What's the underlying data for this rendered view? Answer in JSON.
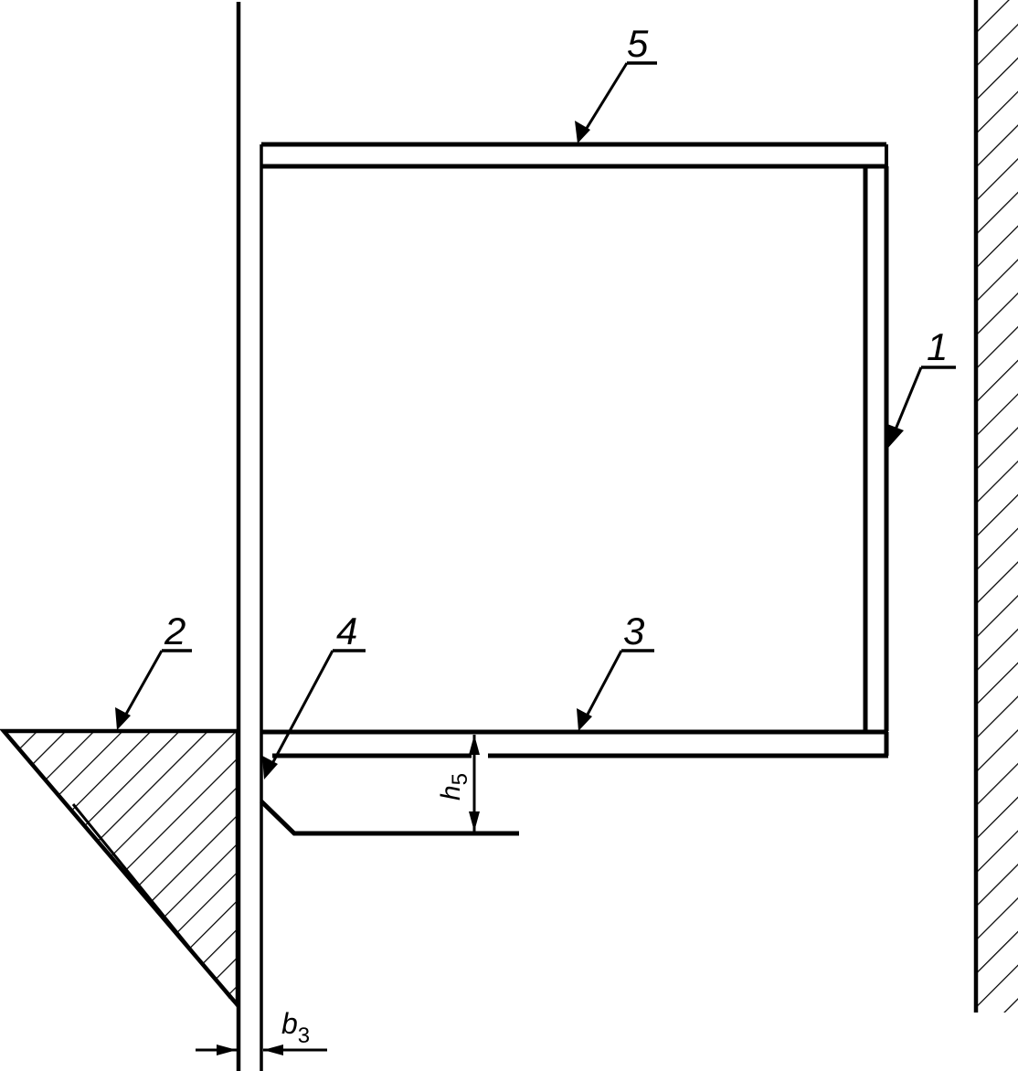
{
  "labels": {
    "callout_1": "1",
    "callout_2": "2",
    "callout_3": "3",
    "callout_4": "4",
    "callout_5": "5"
  },
  "dimensions": {
    "h_main": "h",
    "h_sub": "5",
    "b_main": "b",
    "b_sub": "3"
  },
  "colors": {
    "line": "#000000",
    "background": "#ffffff"
  }
}
